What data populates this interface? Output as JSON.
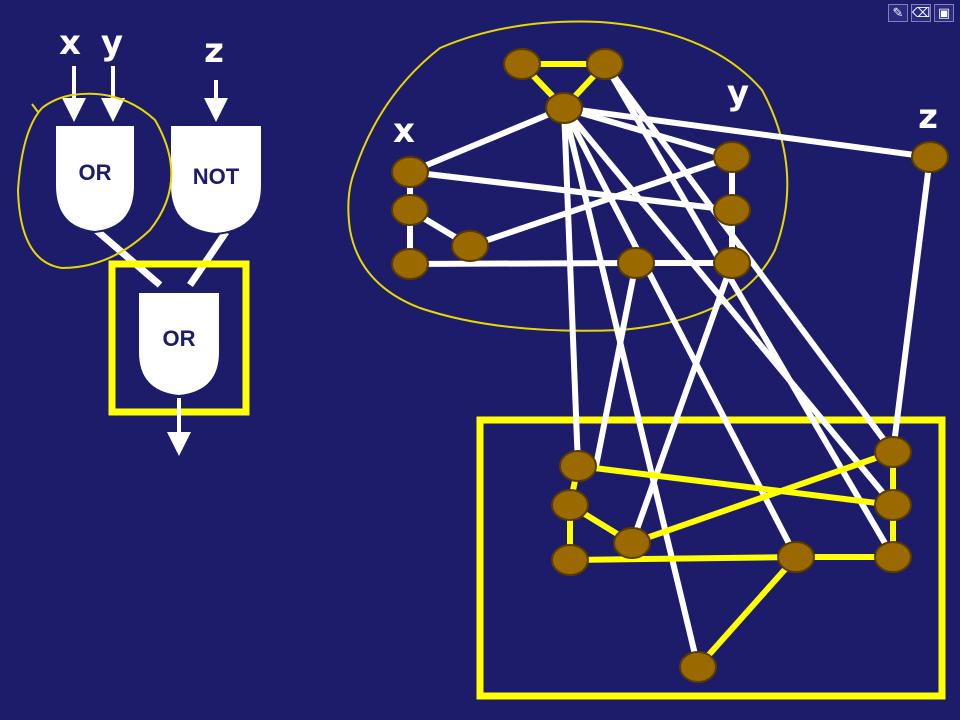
{
  "colors": {
    "background": "#1c1c6b",
    "wire": "#ffffff",
    "highlight": "#ffff00",
    "node_fill": "#9a6a00",
    "node_stroke": "#5a3c00",
    "lasso": "#e8d800"
  },
  "circuit": {
    "inputs": {
      "x": "x",
      "y": "y",
      "z": "z"
    },
    "gates": {
      "or1": "OR",
      "not1": "NOT",
      "or2": "OR"
    }
  },
  "graph": {
    "labels": {
      "x": "x",
      "y": "y",
      "z": "z"
    }
  },
  "nav": {
    "icons": [
      "pen-icon",
      "eraser-icon",
      "menu-icon"
    ]
  }
}
